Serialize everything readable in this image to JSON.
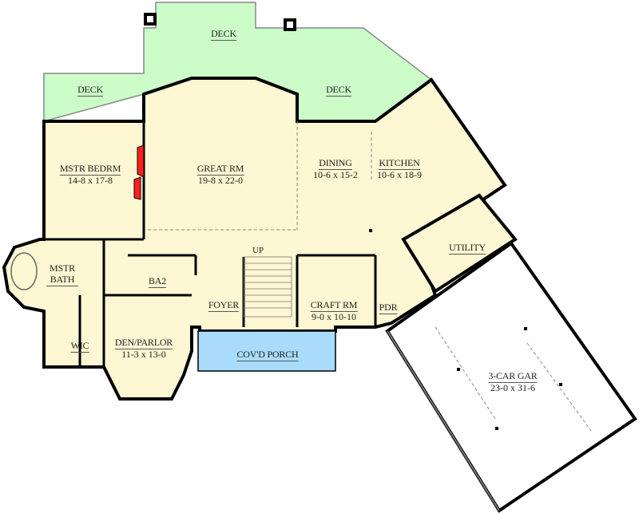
{
  "plan": {
    "colors": {
      "interior": "#fdf7d3",
      "deck": "#ccfdc9",
      "porch": "#a8dcfa",
      "garage": "#ffffff",
      "wall": "#000000",
      "fireplace": "#ff2020"
    },
    "rooms": [
      {
        "id": "deck-top",
        "name": "DECK",
        "dim": ""
      },
      {
        "id": "deck-left",
        "name": "DECK",
        "dim": ""
      },
      {
        "id": "deck-right",
        "name": "DECK",
        "dim": ""
      },
      {
        "id": "mstr-bedrm",
        "name": "MSTR BEDRM",
        "dim": "14-8 x 17-8"
      },
      {
        "id": "great-rm",
        "name": "GREAT RM",
        "dim": "19-8 x 22-0"
      },
      {
        "id": "dining",
        "name": "DINING",
        "dim": "10-6 x 15-2"
      },
      {
        "id": "kitchen",
        "name": "KITCHEN",
        "dim": "10-6 x 18-9"
      },
      {
        "id": "mstr-bath",
        "name": "MSTR BATH",
        "dim": ""
      },
      {
        "id": "ba2",
        "name": "BA2",
        "dim": ""
      },
      {
        "id": "utility",
        "name": "UTILITY",
        "dim": ""
      },
      {
        "id": "foyer",
        "name": "FOYER",
        "dim": ""
      },
      {
        "id": "craft-rm",
        "name": "CRAFT RM",
        "dim": "9-0 x 10-10"
      },
      {
        "id": "pdr",
        "name": "PDR",
        "dim": ""
      },
      {
        "id": "wic",
        "name": "WIC",
        "dim": ""
      },
      {
        "id": "den-parlor",
        "name": "DEN/PARLOR",
        "dim": "11-3 x 13-0"
      },
      {
        "id": "covd-porch",
        "name": "COV'D PORCH",
        "dim": ""
      },
      {
        "id": "garage",
        "name": "3-CAR GAR",
        "dim": "23-0 x 31-6"
      }
    ],
    "stair_label": "UP"
  }
}
